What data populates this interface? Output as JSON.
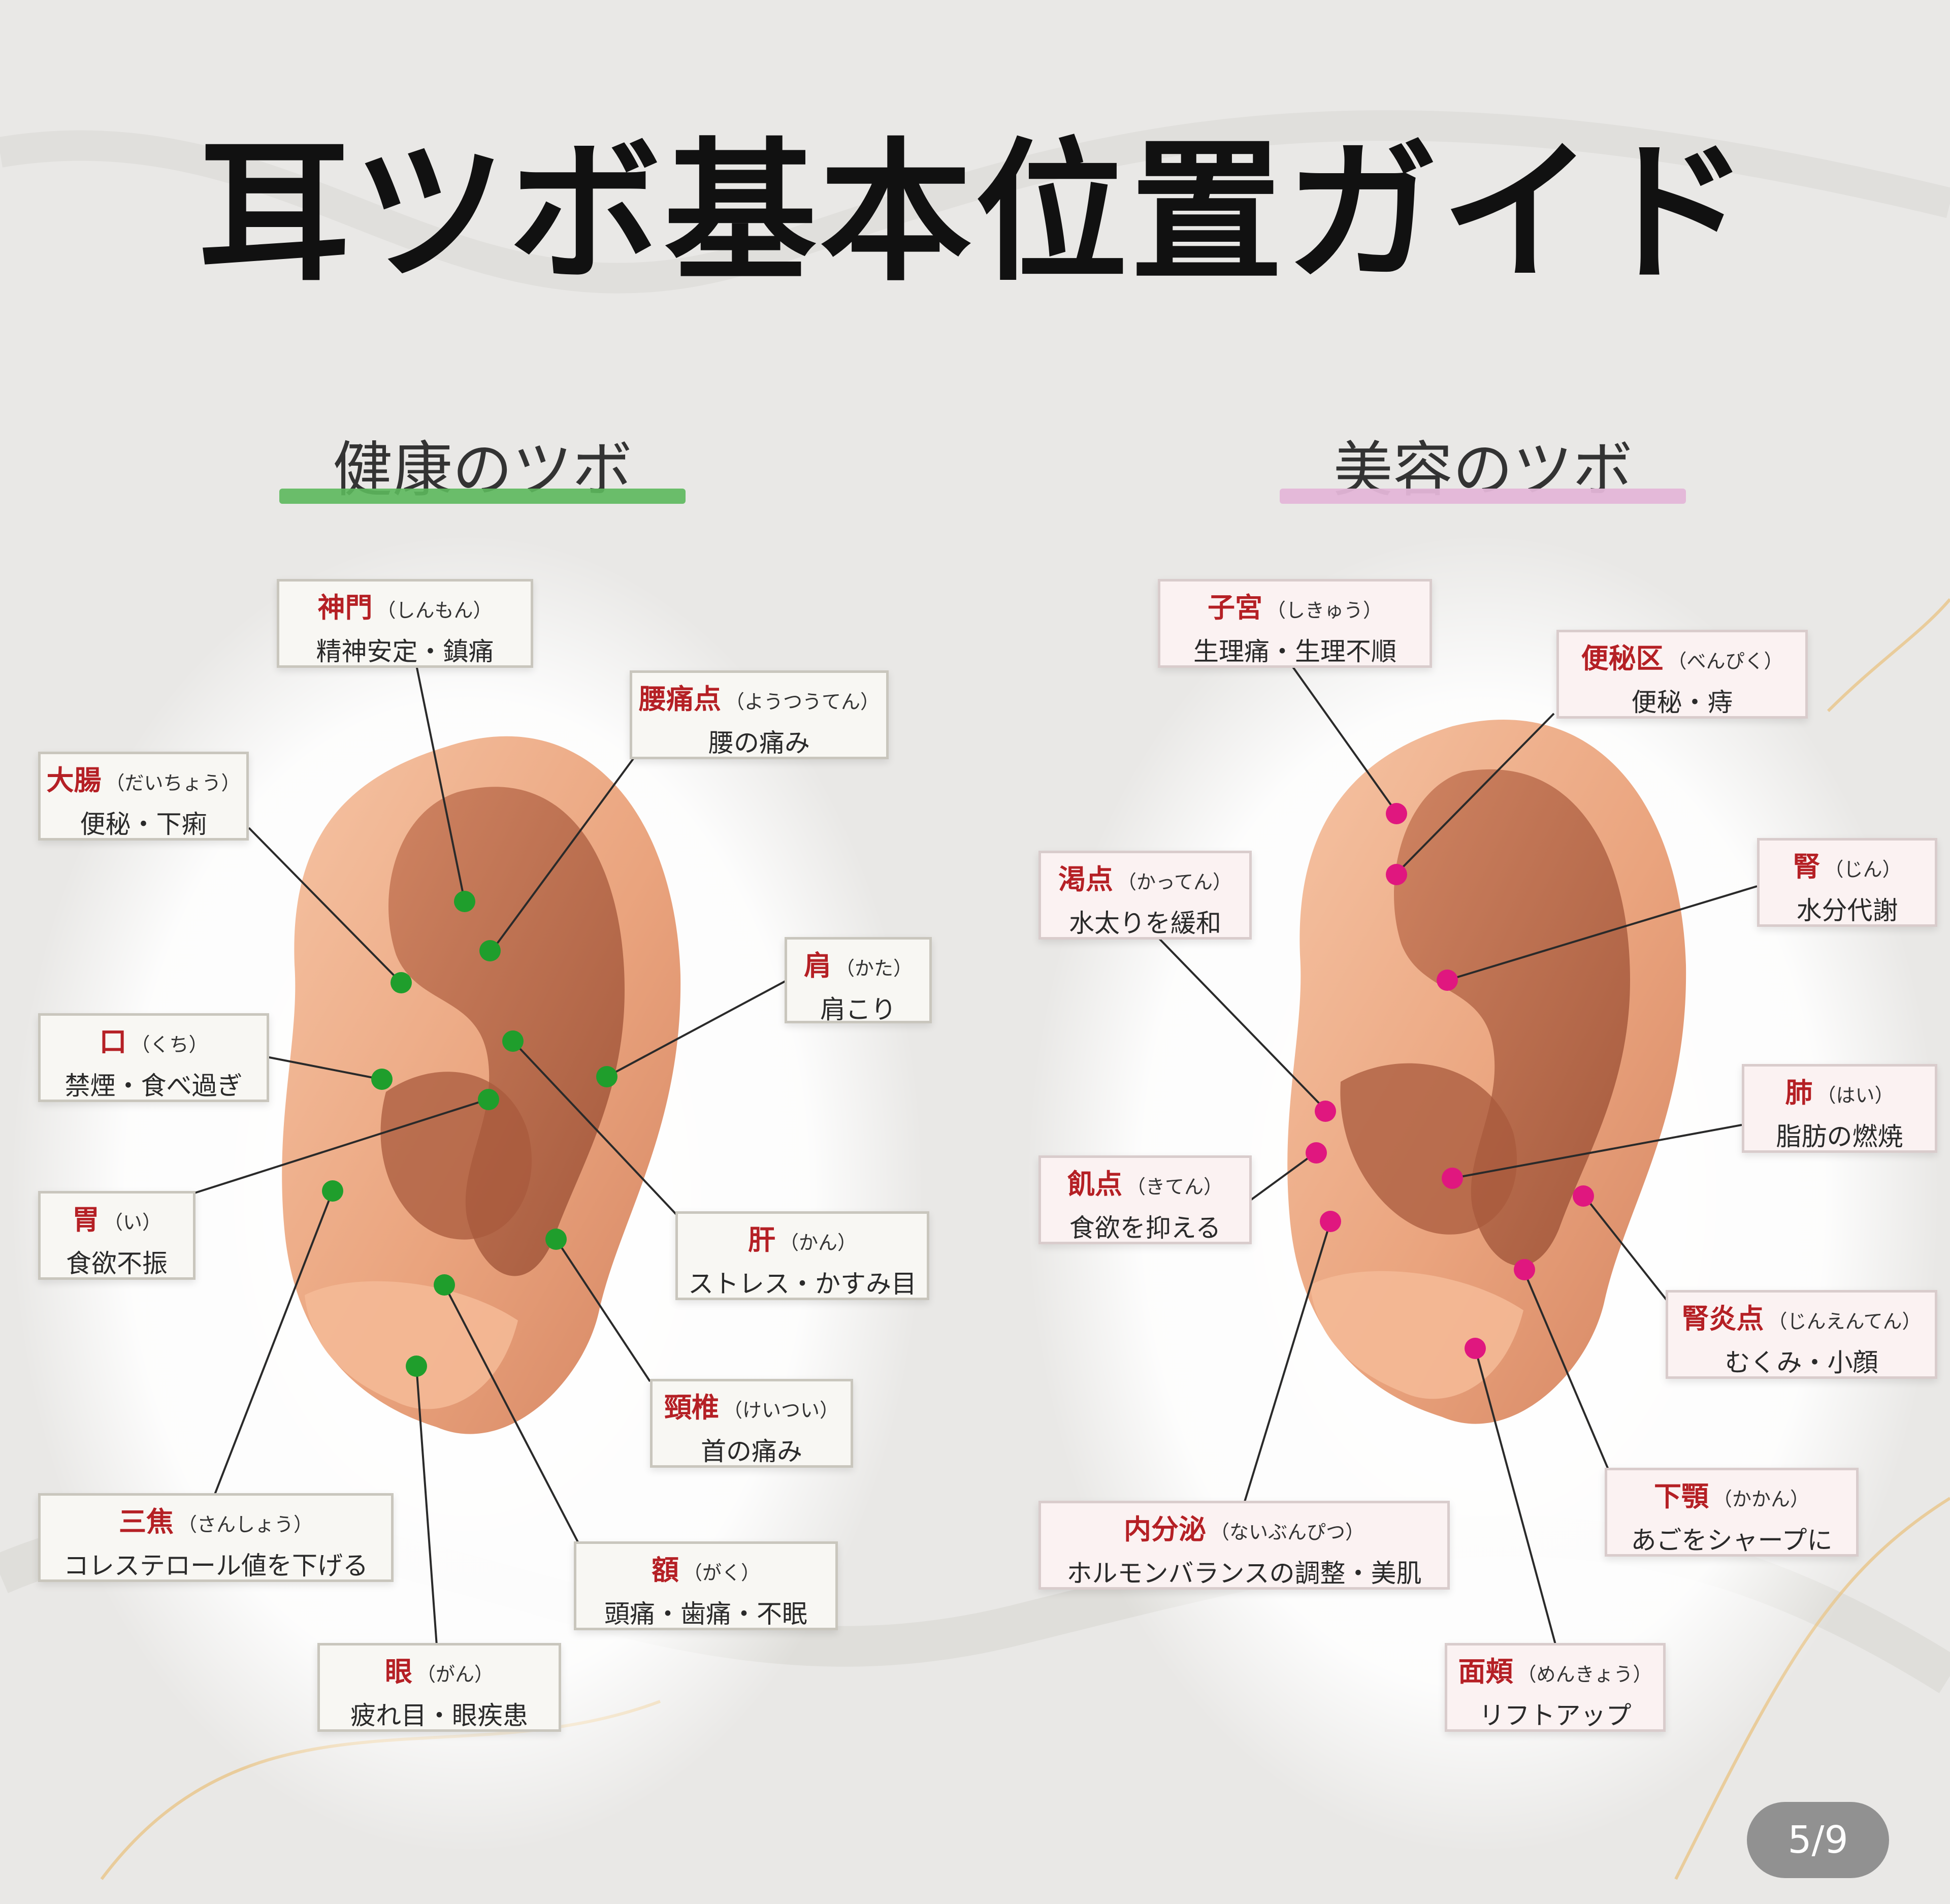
{
  "title": "耳ツボ基本位置ガイド",
  "page_indicator": "5/9",
  "colors": {
    "health_accent": "#5cb85c",
    "beauty_accent": "#e4b6d8",
    "point_name": "#b52025",
    "health_dot": "#1f9e2c",
    "beauty_dot": "#e0177f"
  },
  "health": {
    "title": "健康のツボ",
    "points": [
      {
        "kanji": "神門",
        "reading": "（しんもん）",
        "desc": "精神安定・鎮痛"
      },
      {
        "kanji": "腰痛点",
        "reading": "（ようつうてん）",
        "desc": "腰の痛み"
      },
      {
        "kanji": "大腸",
        "reading": "（だいちょう）",
        "desc": "便秘・下痢"
      },
      {
        "kanji": "肩",
        "reading": "（かた）",
        "desc": "肩こり"
      },
      {
        "kanji": "口",
        "reading": "（くち）",
        "desc": "禁煙・食べ過ぎ"
      },
      {
        "kanji": "胃",
        "reading": "（い）",
        "desc": "食欲不振"
      },
      {
        "kanji": "肝",
        "reading": "（かん）",
        "desc": "ストレス・かすみ目"
      },
      {
        "kanji": "頸椎",
        "reading": "（けいつい）",
        "desc": "首の痛み"
      },
      {
        "kanji": "三焦",
        "reading": "（さんしょう）",
        "desc": "コレステロール値を下げる"
      },
      {
        "kanji": "額",
        "reading": "（がく）",
        "desc": "頭痛・歯痛・不眠"
      },
      {
        "kanji": "眼",
        "reading": "（がん）",
        "desc": "疲れ目・眼疾患"
      }
    ]
  },
  "beauty": {
    "title": "美容のツボ",
    "points": [
      {
        "kanji": "子宮",
        "reading": "（しきゅう）",
        "desc": "生理痛・生理不順"
      },
      {
        "kanji": "便秘区",
        "reading": "（べんぴく）",
        "desc": "便秘・痔"
      },
      {
        "kanji": "渇点",
        "reading": "（かってん）",
        "desc": "水太りを緩和"
      },
      {
        "kanji": "腎",
        "reading": "（じん）",
        "desc": "水分代謝"
      },
      {
        "kanji": "肺",
        "reading": "（はい）",
        "desc": "脂肪の燃焼"
      },
      {
        "kanji": "飢点",
        "reading": "（きてん）",
        "desc": "食欲を抑える"
      },
      {
        "kanji": "腎炎点",
        "reading": "（じんえんてん）",
        "desc": "むくみ・小顔"
      },
      {
        "kanji": "下顎",
        "reading": "（かかん）",
        "desc": "あごをシャープに"
      },
      {
        "kanji": "内分泌",
        "reading": "（ないぶんぴつ）",
        "desc": "ホルモンバランスの調整・美肌"
      },
      {
        "kanji": "面頬",
        "reading": "（めんきょう）",
        "desc": "リフトアップ"
      }
    ]
  }
}
